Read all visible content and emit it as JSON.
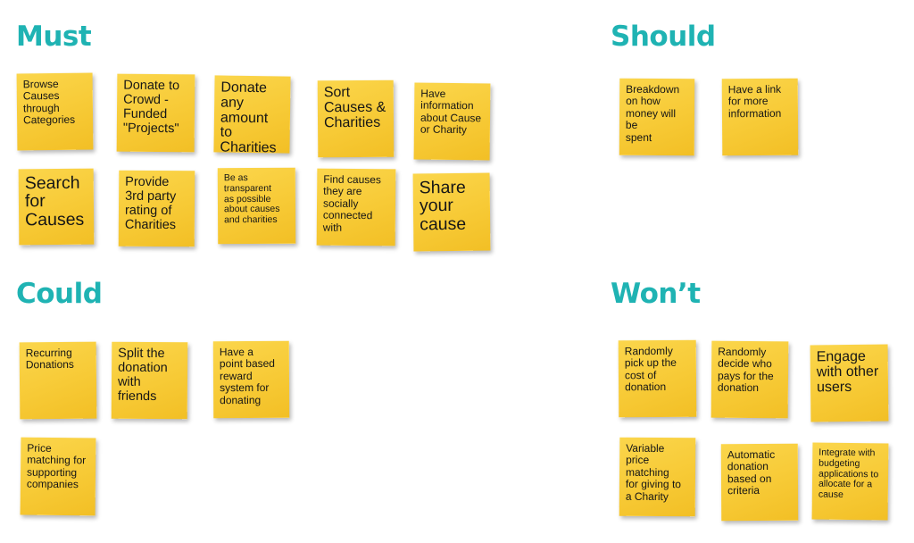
{
  "accent_color": "#1fb3b3",
  "note_color": "#f7cb3a",
  "sections": {
    "must": {
      "title": "Must",
      "notes": [
        "Browse\nCauses\nthrough\nCategories",
        "Donate to\nCrowd -\nFunded\n\"Projects\"",
        "Donate\nany\namount to\nCharities",
        "Sort\nCauses &\nCharities",
        "Have\ninformation\nabout Cause\nor Charity",
        "Search\nfor\nCauses",
        "Provide\n3rd party\nrating of\nCharities",
        "Be  as\ntransparent\nas possible\nabout causes\nand charities",
        "Find causes\nthey are\nsocially\nconnected\nwith",
        "Share\nyour\ncause"
      ]
    },
    "should": {
      "title": "Should",
      "notes": [
        "Breakdown\non how\nmoney will be\nspent",
        "Have a link\nfor more\ninformation"
      ]
    },
    "could": {
      "title": "Could",
      "notes": [
        "Recurring\nDonations",
        "Split the\ndonation\nwith\nfriends",
        "Have a\npoint based\nreward\nsystem for\ndonating",
        "Price\nmatching for\nsupporting\ncompanies"
      ]
    },
    "wont": {
      "title": "Won’t",
      "notes": [
        "Randomly\npick up the\ncost of\ndonation",
        "Randomly\ndecide who\npays for the\ndonation",
        "Engage\nwith other\nusers",
        "Variable\nprice\nmatching\nfor giving to\na Charity",
        "Automatic\ndonation\nbased on\ncriteria",
        "Integrate with\nbudgeting\napplications to\nallocate for a\ncause"
      ]
    }
  }
}
